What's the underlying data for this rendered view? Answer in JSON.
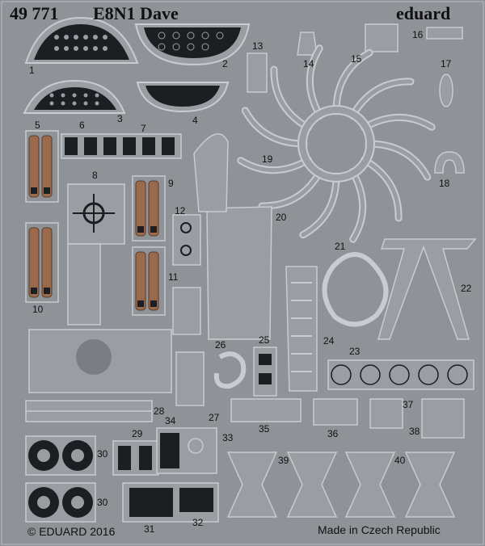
{
  "header": {
    "code": "49 771",
    "model": "E8N1 Dave",
    "brand": "eduard"
  },
  "footer": {
    "copyright": "© EDUARD 2016",
    "origin": "Made in Czech Republic"
  },
  "parts": [
    "1",
    "2",
    "3",
    "4",
    "5",
    "6",
    "7",
    "8",
    "9",
    "10",
    "11",
    "12",
    "13",
    "14",
    "15",
    "16",
    "17",
    "18",
    "19",
    "20",
    "21",
    "22",
    "23",
    "24",
    "25",
    "26",
    "27",
    "28",
    "29",
    "30",
    "30",
    "31",
    "32",
    "33",
    "34",
    "35",
    "36",
    "37",
    "38",
    "39",
    "40"
  ],
  "colors": {
    "sheet": "#8f9296",
    "metal": "#9a9da1",
    "outline": "#c8cbcf",
    "dark": "#1c1e22",
    "copper": "#9a6a4c",
    "text": "#111111"
  }
}
